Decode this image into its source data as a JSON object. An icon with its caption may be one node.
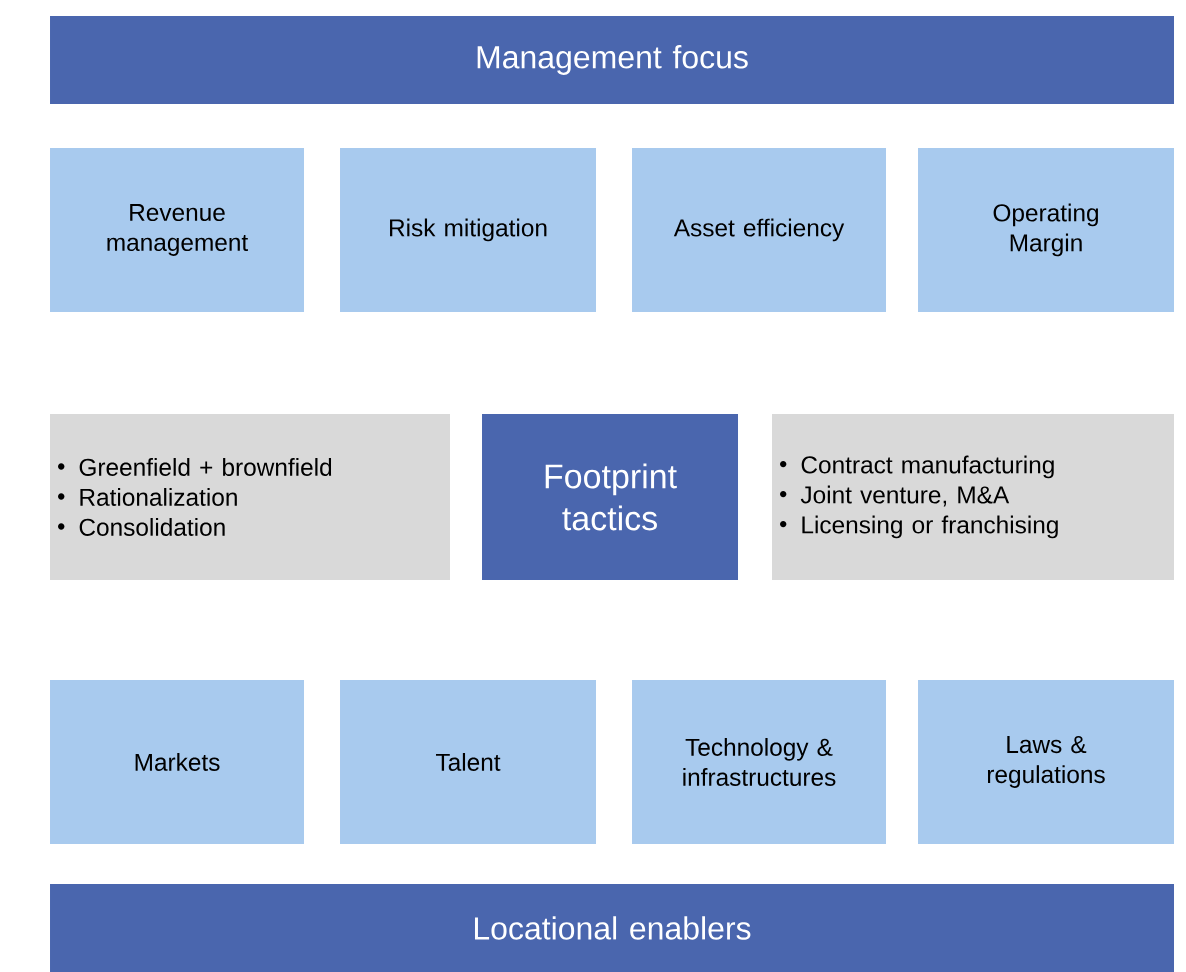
{
  "diagram": {
    "nodes": [
      {
        "text": [
          "Management focus"
        ]
      },
      {
        "text": [
          "Revenue management"
        ]
      },
      {
        "text": [
          "Risk mitigation"
        ]
      },
      {
        "text": [
          "Asset efficiency"
        ]
      },
      {
        "text": [
          "Operating Margin"
        ]
      },
      {
        "text": [
          "Greenfield + brownfield",
          "Rationalization",
          "Consolidation"
        ]
      },
      {
        "text": [
          "Footprint tactics"
        ]
      },
      {
        "text": [
          "Contract manufacturing",
          "Joint venture, M&A",
          "Licensing or franchising"
        ]
      },
      {
        "text": [
          "Markets"
        ]
      },
      {
        "text": [
          "Talent"
        ]
      },
      {
        "text": [
          "Technology & infrastructures"
        ]
      },
      {
        "text": [
          "Laws & regulations"
        ]
      },
      {
        "text": [
          "Locational enablers"
        ]
      }
    ]
  }
}
